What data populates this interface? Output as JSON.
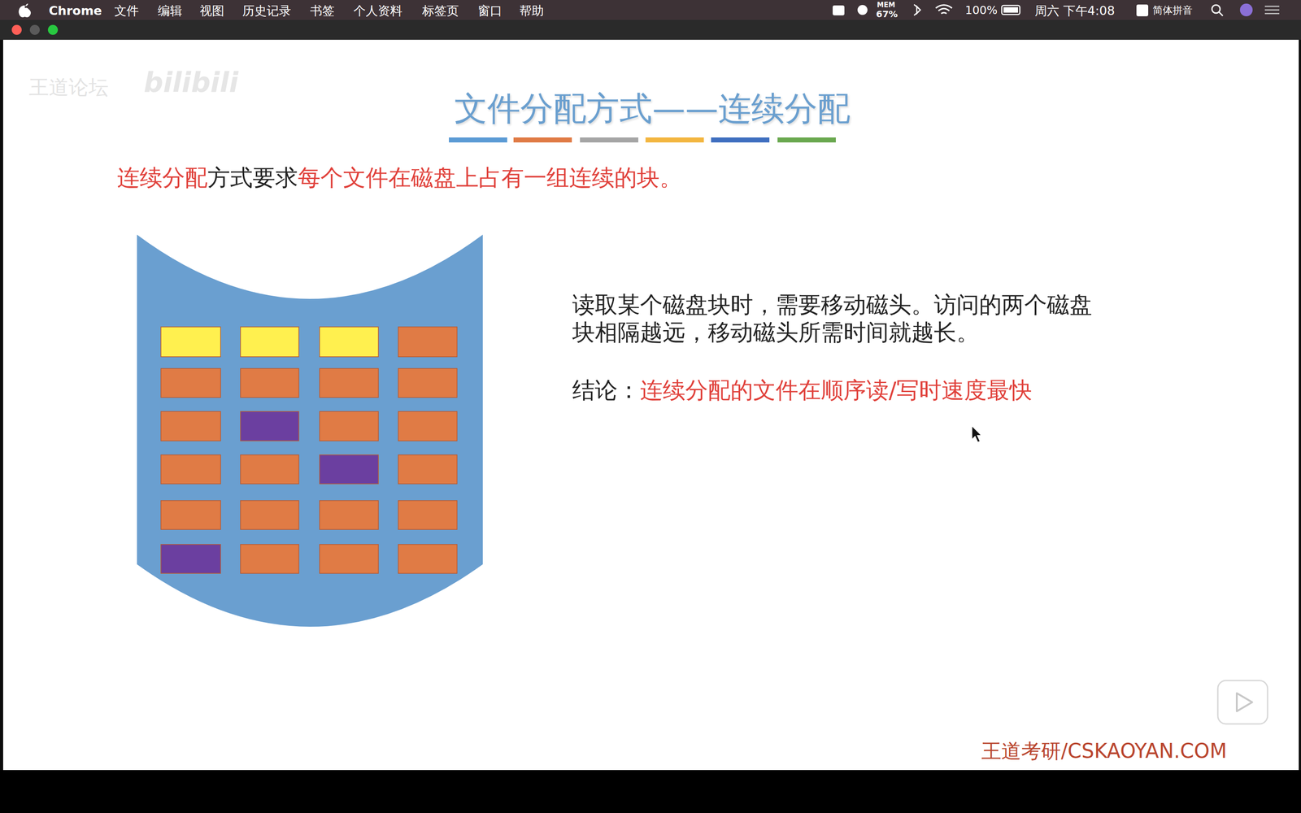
{
  "diagram": {
    "title": "文件分配方式——连续分配",
    "labels": [
      "Chrome",
      "文件",
      "编辑",
      "视图",
      "历史记录",
      "书签",
      "个人资料",
      "标签页",
      "窗口",
      "帮助",
      "MEM",
      "67%",
      "100%",
      "周六 下午4:08",
      "简体拼音",
      "王道论坛",
      "bilibili",
      "连续分配",
      "方式要求",
      "每个文件在磁盘上占有一组连续的块。",
      "读取某个磁盘块时，需要移动磁头。访问的两个磁盘块相隔越远，移动磁头所需时间就越长。",
      "结论：",
      "连续分配的文件在顺序读/写时速度最快",
      "王道考研/CSKAOYAN.COM"
    ]
  }
}
